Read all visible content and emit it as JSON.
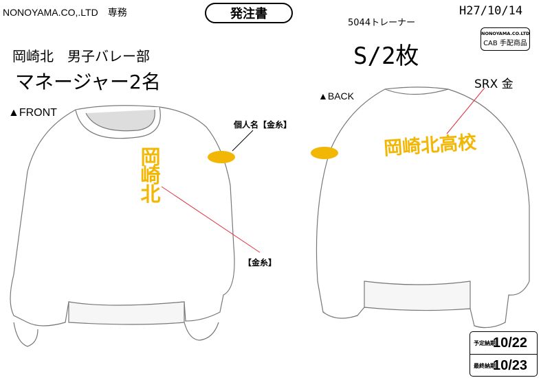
{
  "header": {
    "company": "NONOYAMA.CO,.LTD　専務",
    "doc_title": "発注書",
    "product": "5044トレーナー",
    "date": "H27/10/14",
    "logo_line1": "NONOYAMA.CO.LTD",
    "logo_line2": "CAB 手配商品"
  },
  "order": {
    "team": "岡崎北　男子バレー部",
    "manager": "マネージャー2名",
    "size_qty": "S/2枚"
  },
  "front": {
    "label": "▲FRONT",
    "embroidery": "岡崎北",
    "name_label": "個人名【金糸】",
    "thread_label": "【金糸】"
  },
  "back": {
    "label": "▲BACK",
    "embroidery": "岡崎北高校",
    "font_label": "SRX 金"
  },
  "dates": {
    "planned_label": "予定納期",
    "planned": "10/22",
    "final_label": "最終納期",
    "final": "10/23"
  },
  "colors": {
    "gold": "#f2b705",
    "line": "#e0303a"
  }
}
